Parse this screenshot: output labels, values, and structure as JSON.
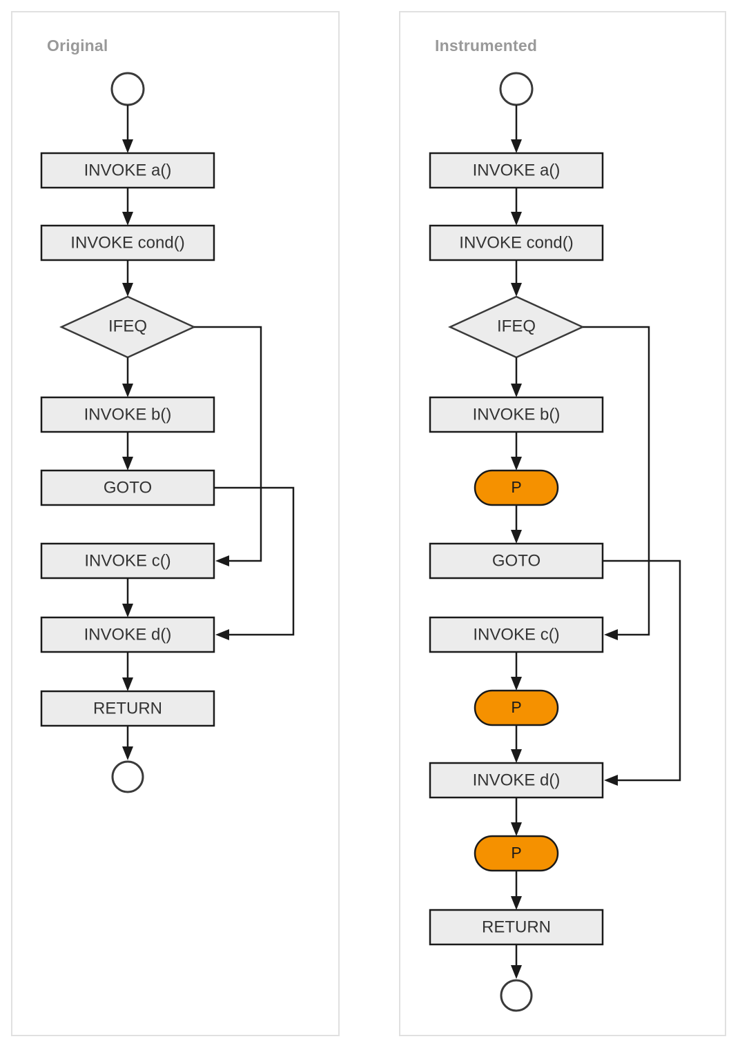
{
  "diagram": {
    "type": "control-flow-graph-comparison",
    "background_color": "#ffffff",
    "panels": [
      {
        "id": "original",
        "title": "Original",
        "nodes": [
          {
            "id": "o-start",
            "shape": "circle",
            "label": ""
          },
          {
            "id": "o-a",
            "shape": "box",
            "label": "INVOKE a()"
          },
          {
            "id": "o-cond",
            "shape": "box",
            "label": "INVOKE cond()"
          },
          {
            "id": "o-ifeq",
            "shape": "diamond",
            "label": "IFEQ"
          },
          {
            "id": "o-b",
            "shape": "box",
            "label": "INVOKE b()"
          },
          {
            "id": "o-goto",
            "shape": "box",
            "label": "GOTO"
          },
          {
            "id": "o-c",
            "shape": "box",
            "label": "INVOKE c()"
          },
          {
            "id": "o-d",
            "shape": "box",
            "label": "INVOKE d()"
          },
          {
            "id": "o-return",
            "shape": "box",
            "label": "RETURN"
          },
          {
            "id": "o-end",
            "shape": "circle",
            "label": ""
          }
        ],
        "edges": [
          {
            "from": "o-start",
            "to": "o-a",
            "kind": "straight"
          },
          {
            "from": "o-a",
            "to": "o-cond",
            "kind": "straight"
          },
          {
            "from": "o-cond",
            "to": "o-ifeq",
            "kind": "straight"
          },
          {
            "from": "o-ifeq",
            "to": "o-b",
            "kind": "straight"
          },
          {
            "from": "o-ifeq",
            "to": "o-c",
            "kind": "routed-right"
          },
          {
            "from": "o-b",
            "to": "o-goto",
            "kind": "straight"
          },
          {
            "from": "o-goto",
            "to": "o-d",
            "kind": "routed-right"
          },
          {
            "from": "o-c",
            "to": "o-d",
            "kind": "straight"
          },
          {
            "from": "o-d",
            "to": "o-return",
            "kind": "straight"
          },
          {
            "from": "o-return",
            "to": "o-end",
            "kind": "straight"
          }
        ]
      },
      {
        "id": "instrumented",
        "title": "Instrumented",
        "nodes": [
          {
            "id": "i-start",
            "shape": "circle",
            "label": ""
          },
          {
            "id": "i-a",
            "shape": "box",
            "label": "INVOKE a()"
          },
          {
            "id": "i-cond",
            "shape": "box",
            "label": "INVOKE cond()"
          },
          {
            "id": "i-ifeq",
            "shape": "diamond",
            "label": "IFEQ"
          },
          {
            "id": "i-b",
            "shape": "box",
            "label": "INVOKE b()"
          },
          {
            "id": "i-p1",
            "shape": "probe",
            "label": "P"
          },
          {
            "id": "i-goto",
            "shape": "box",
            "label": "GOTO"
          },
          {
            "id": "i-c",
            "shape": "box",
            "label": "INVOKE c()"
          },
          {
            "id": "i-p2",
            "shape": "probe",
            "label": "P"
          },
          {
            "id": "i-d",
            "shape": "box",
            "label": "INVOKE d()"
          },
          {
            "id": "i-p3",
            "shape": "probe",
            "label": "P"
          },
          {
            "id": "i-return",
            "shape": "box",
            "label": "RETURN"
          },
          {
            "id": "i-end",
            "shape": "circle",
            "label": ""
          }
        ],
        "edges": [
          {
            "from": "i-start",
            "to": "i-a",
            "kind": "straight"
          },
          {
            "from": "i-a",
            "to": "i-cond",
            "kind": "straight"
          },
          {
            "from": "i-cond",
            "to": "i-ifeq",
            "kind": "straight"
          },
          {
            "from": "i-ifeq",
            "to": "i-b",
            "kind": "straight"
          },
          {
            "from": "i-ifeq",
            "to": "i-c",
            "kind": "routed-right"
          },
          {
            "from": "i-b",
            "to": "i-p1",
            "kind": "straight"
          },
          {
            "from": "i-p1",
            "to": "i-goto",
            "kind": "straight"
          },
          {
            "from": "i-goto",
            "to": "i-d",
            "kind": "routed-right"
          },
          {
            "from": "i-c",
            "to": "i-p2",
            "kind": "straight"
          },
          {
            "from": "i-p2",
            "to": "i-d",
            "kind": "straight"
          },
          {
            "from": "i-d",
            "to": "i-p3",
            "kind": "straight"
          },
          {
            "from": "i-p3",
            "to": "i-return",
            "kind": "straight"
          },
          {
            "from": "i-return",
            "to": "i-end",
            "kind": "straight"
          }
        ]
      }
    ],
    "colors": {
      "node_fill": "#ececec",
      "node_stroke": "#1a1a1a",
      "probe_fill": "#f59100",
      "probe_stroke": "#1a1a1a",
      "edge": "#1a1a1a",
      "panel_border": "#e0e0e0",
      "title_text": "#999999",
      "label_text": "#333333"
    }
  }
}
